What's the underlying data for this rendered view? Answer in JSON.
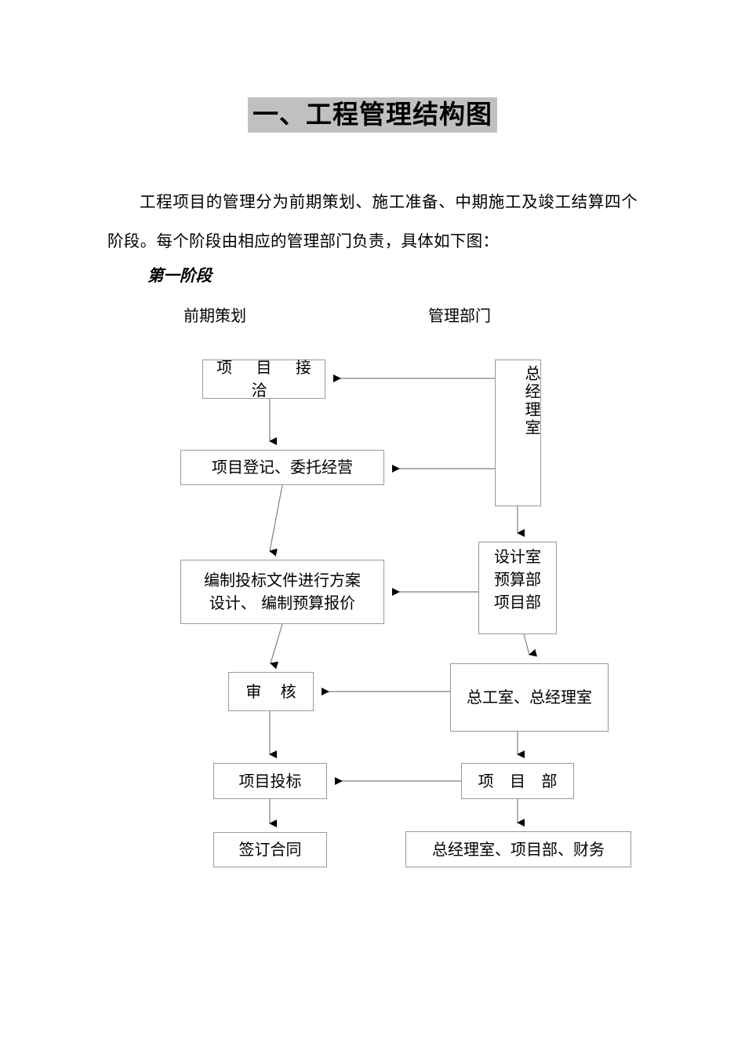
{
  "document": {
    "title": "一、工程管理结构图",
    "paragraph": "工程项目的管理分为前期策划、施工准备、中期施工及竣工结算四个阶段。每个阶段由相应的管理部门负责，具体如下图：",
    "stage_label": "第一阶段",
    "column_headers": {
      "left": "前期策划",
      "right": "管理部门"
    }
  },
  "flowchart": {
    "nodes": [
      {
        "id": "project-contact",
        "label": "项  目  接  洽"
      },
      {
        "id": "project-registration",
        "label": "项目登记、委托经营"
      },
      {
        "id": "tender-document",
        "label": "编制投标文件进行方案\n设计、   编制预算报价"
      },
      {
        "id": "review",
        "label": "审    核"
      },
      {
        "id": "project-bidding",
        "label": "项目投标"
      },
      {
        "id": "sign-contract",
        "label": "签订合同"
      },
      {
        "id": "general-manager-office",
        "label": "总经理室"
      },
      {
        "id": "design-budget-project",
        "label": "设计室\n预算部\n项目部"
      },
      {
        "id": "chief-engineer-office",
        "label": "总工室、总经理室"
      },
      {
        "id": "project-department",
        "label": "项  目  部"
      },
      {
        "id": "gm-project-finance",
        "label": "总经理室、项目部、财务"
      }
    ]
  },
  "colors": {
    "title_highlight": "#c0c0c0",
    "node_border": "#9a9a9a",
    "connector": "#808080",
    "arrow": "#000000",
    "page_background": "#ffffff",
    "text": "#000000"
  }
}
